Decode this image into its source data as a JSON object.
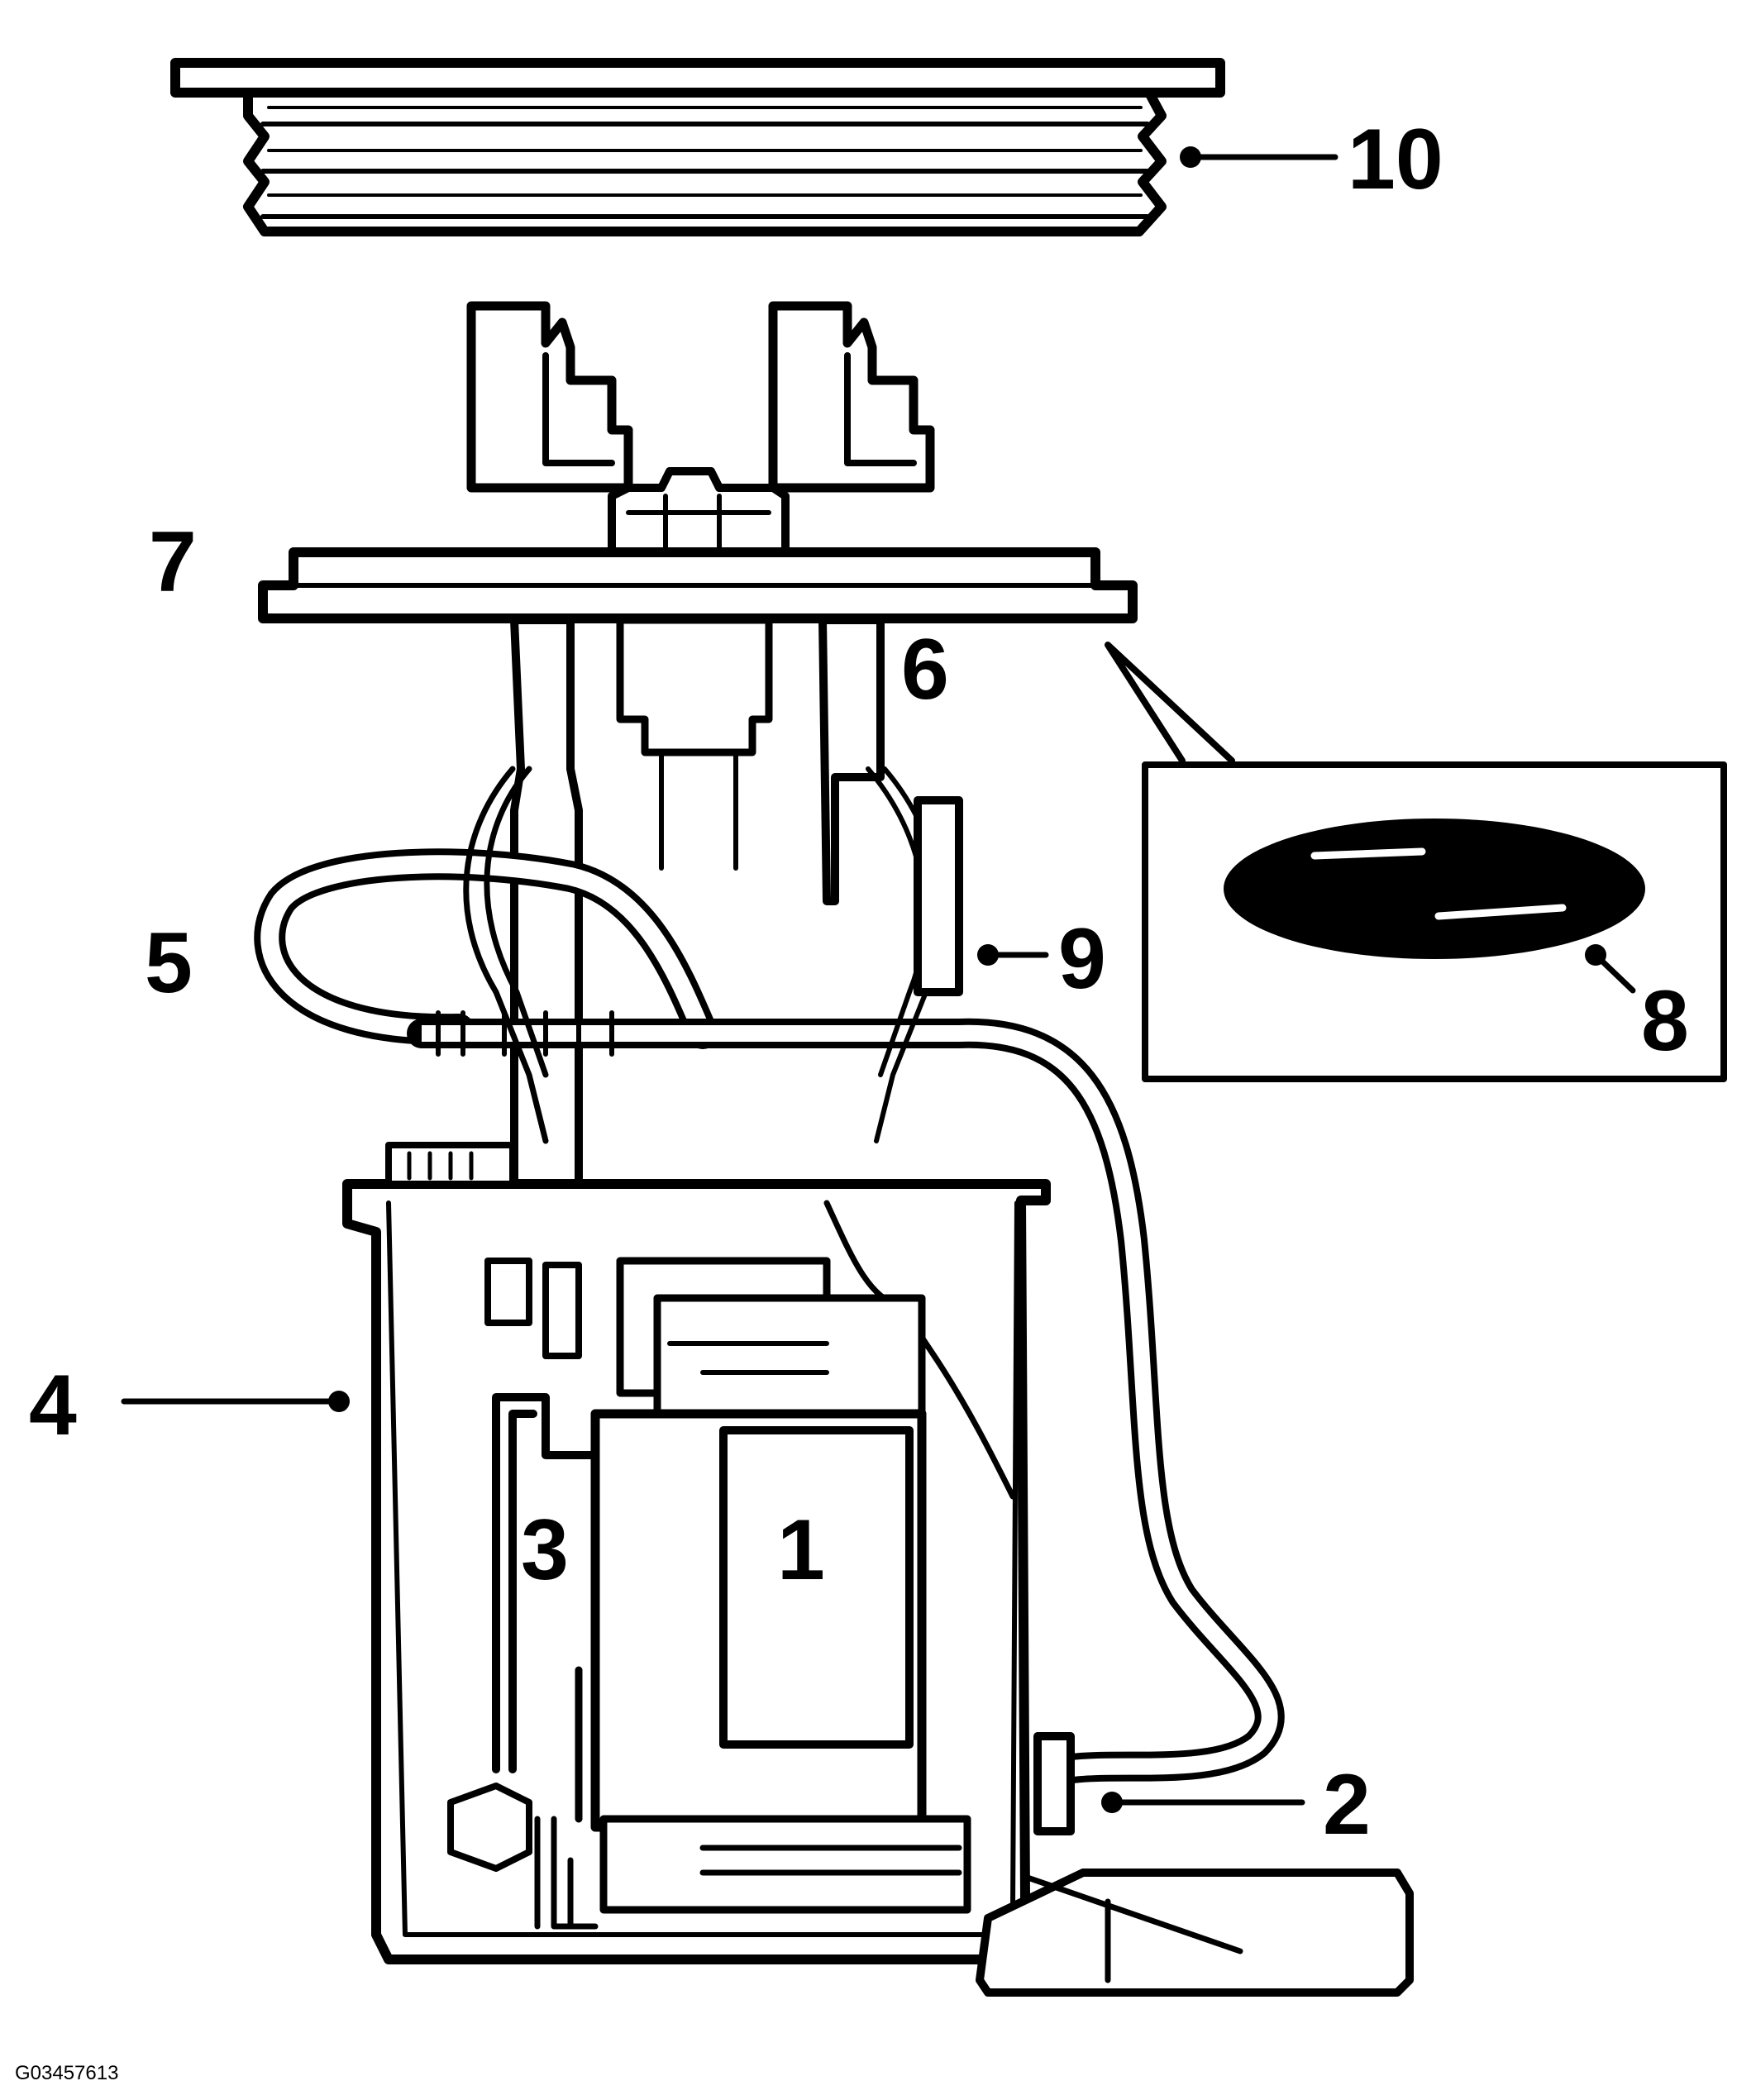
{
  "figure_id": "G03457613",
  "callouts": {
    "c1": "1",
    "c2": "2",
    "c3": "3",
    "c4": "4",
    "c5": "5",
    "c6": "6",
    "c7": "7",
    "c8": "8",
    "c9": "9",
    "c10": "10"
  },
  "colors": {
    "ink": "#000000",
    "paper": "#ffffff"
  }
}
